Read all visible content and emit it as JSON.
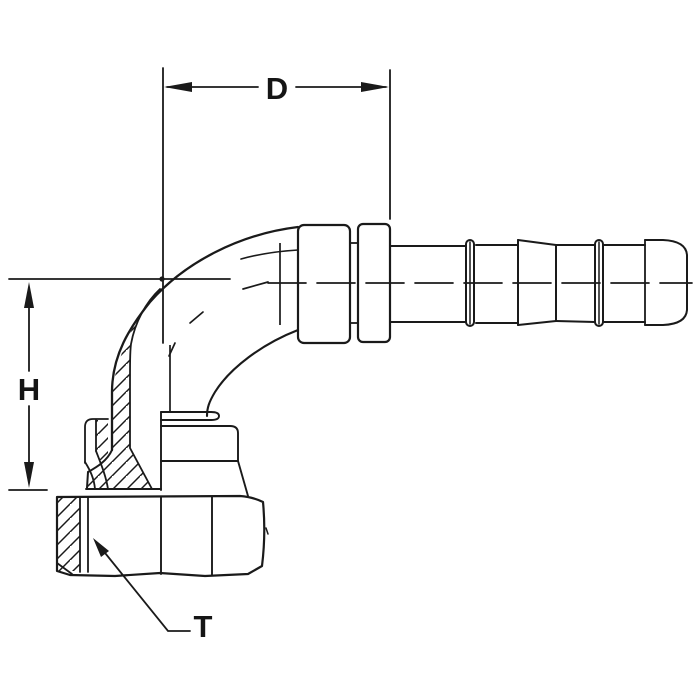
{
  "diagram": {
    "labels": {
      "d": "D",
      "h": "H",
      "t": "T"
    },
    "colors": {
      "ink": "#1a1a1a",
      "background": "#ffffff"
    }
  }
}
